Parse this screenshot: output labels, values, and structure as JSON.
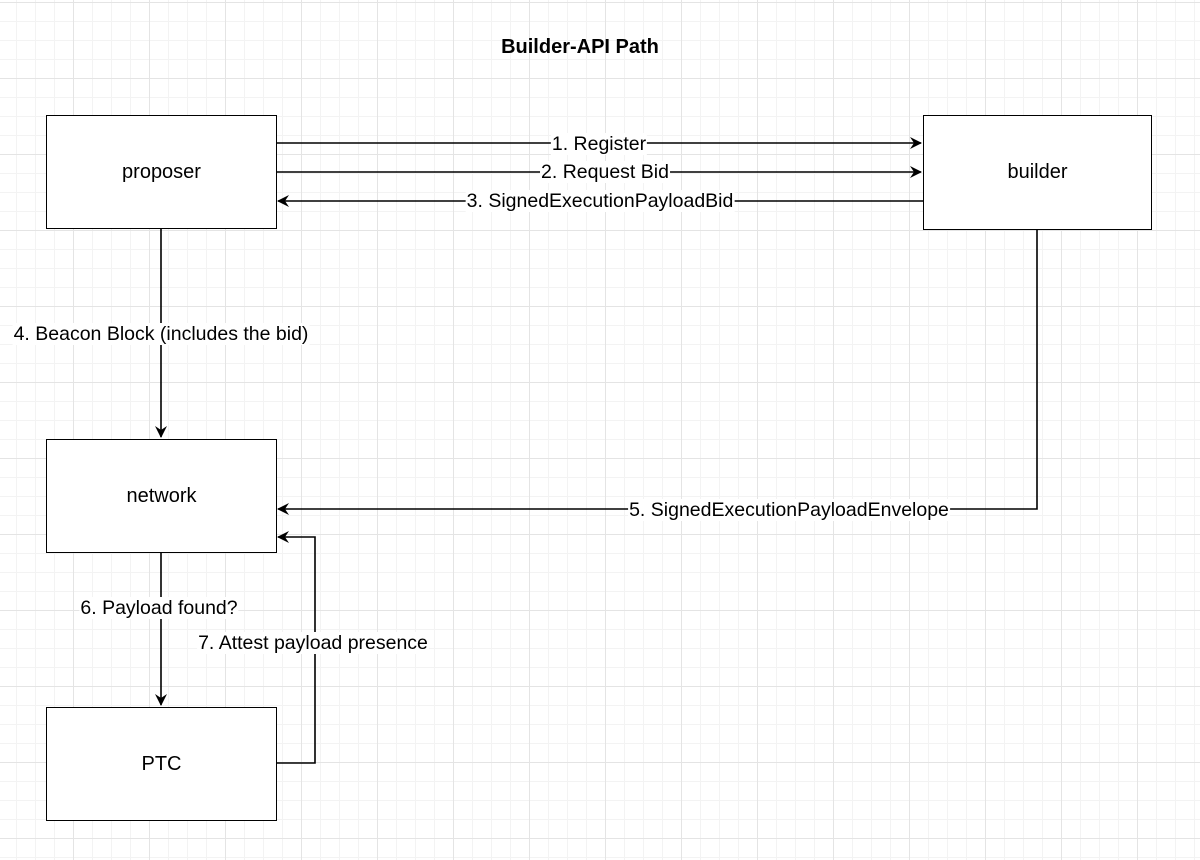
{
  "diagram": {
    "title": "Builder-API Path",
    "nodes": {
      "proposer": "proposer",
      "builder": "builder",
      "network": "network",
      "ptc": "PTC"
    },
    "edges": {
      "register": "1. Register",
      "request_bid": "2. Request Bid",
      "signed_bid": "3. SignedExecutionPayloadBid",
      "beacon_block": "4. Beacon Block (includes the bid)",
      "envelope": "5. SignedExecutionPayloadEnvelope",
      "payload_found": "6. Payload found?",
      "attest": "7. Attest payload presence"
    }
  }
}
